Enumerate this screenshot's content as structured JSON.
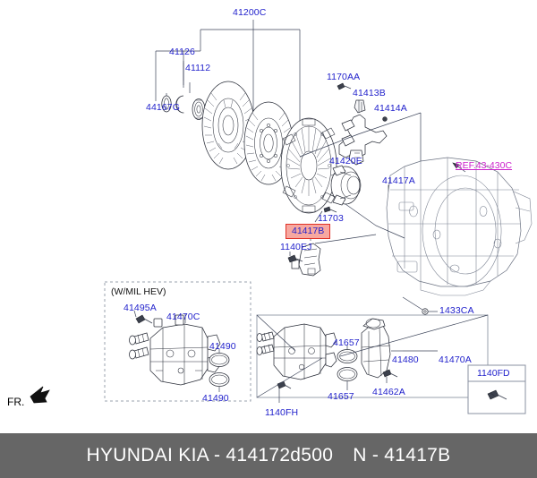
{
  "diagram": {
    "title_bar": {
      "brand_part": "HYUNDAI KIA - 414172d500",
      "code": "N - 41417B"
    },
    "orientation_marker": {
      "label": "FR.",
      "icon": "front-arrow-icon"
    },
    "highlighted_part": {
      "number": "41417B",
      "fill_color": "#f7a8a0",
      "border_color": "#e03127",
      "text_color": "#2222cc"
    },
    "reference": {
      "label": "REF.43-430C",
      "color": "#cc22cc"
    },
    "inset_boxes": [
      {
        "name": "hev-inset",
        "caption": "(W/MIL HEV)",
        "style": "dashed"
      },
      {
        "name": "pump-inset",
        "caption": "",
        "style": "solid"
      },
      {
        "name": "bolt-inset",
        "caption": "1140FD",
        "style": "solid"
      }
    ],
    "labels": [
      {
        "id": "41200C",
        "text": "41200C"
      },
      {
        "id": "41126",
        "text": "41126"
      },
      {
        "id": "41112",
        "text": "41112"
      },
      {
        "id": "44167G",
        "text": "44167G"
      },
      {
        "id": "1170AA",
        "text": "1170AA"
      },
      {
        "id": "41413B",
        "text": "41413B"
      },
      {
        "id": "41414A",
        "text": "41414A"
      },
      {
        "id": "41420E",
        "text": "41420E"
      },
      {
        "id": "41417A",
        "text": "41417A"
      },
      {
        "id": "11703",
        "text": "11703"
      },
      {
        "id": "1140EJ",
        "text": "1140EJ"
      },
      {
        "id": "1433CA",
        "text": "1433CA"
      },
      {
        "id": "41495A",
        "text": "41495A"
      },
      {
        "id": "41470C",
        "text": "41470C"
      },
      {
        "id": "41490a",
        "text": "41490"
      },
      {
        "id": "41490b",
        "text": "41490"
      },
      {
        "id": "41657a",
        "text": "41657"
      },
      {
        "id": "41657b",
        "text": "41657"
      },
      {
        "id": "41480",
        "text": "41480"
      },
      {
        "id": "41470A",
        "text": "41470A"
      },
      {
        "id": "41462A",
        "text": "41462A"
      },
      {
        "id": "1140FH",
        "text": "1140FH"
      },
      {
        "id": "1140FD",
        "text": "1140FD"
      }
    ],
    "colors": {
      "label_blue": "#2222cc",
      "reference_magenta": "#cc22cc",
      "line_gray": "#555a66",
      "footer_bg": "#666666",
      "background": "#ffffff"
    }
  }
}
